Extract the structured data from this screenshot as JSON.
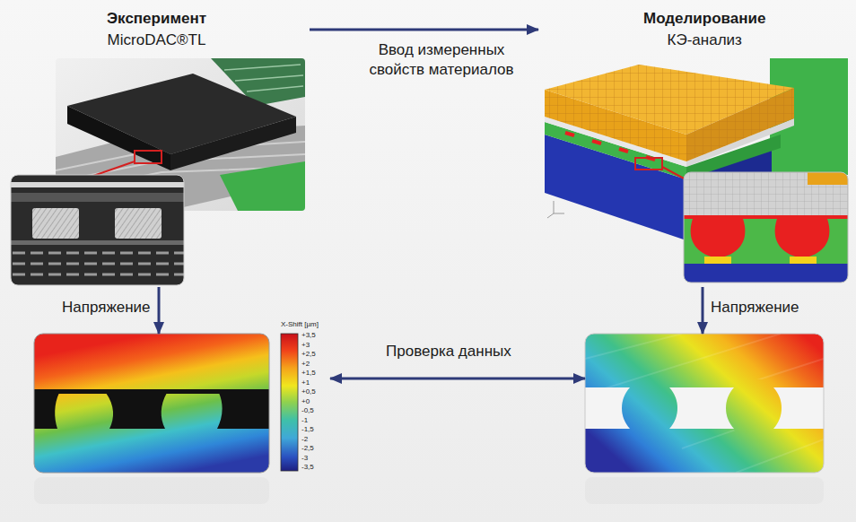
{
  "diagram": {
    "nodes": [
      {
        "text": [
          "Эксперимент",
          "MicroDAC®TL"
        ]
      },
      {
        "text": [
          "Моделирование",
          "КЭ-анализ"
        ]
      },
      {
        "text": []
      },
      {
        "text": []
      }
    ],
    "edges": [
      {
        "from": 0,
        "to": 1,
        "arrow": "to",
        "label": "Ввод измеренных свойств материалов"
      },
      {
        "from": 0,
        "to": 2,
        "arrow": "to",
        "label": "Напряжение"
      },
      {
        "from": 1,
        "to": 3,
        "arrow": "to",
        "label": "Напряжение"
      },
      {
        "from": 2,
        "to": 3,
        "arrow": "both",
        "label": "Проверка данных"
      }
    ],
    "labels": [
      "X-Shift [µm]",
      "+3,5",
      "+3",
      "+2,5",
      "+2",
      "+1,5",
      "+1",
      "+0,5",
      "+0",
      "-0,5",
      "-1",
      "-1,5",
      "-2",
      "-2,5",
      "-3",
      "-3,5"
    ]
  }
}
